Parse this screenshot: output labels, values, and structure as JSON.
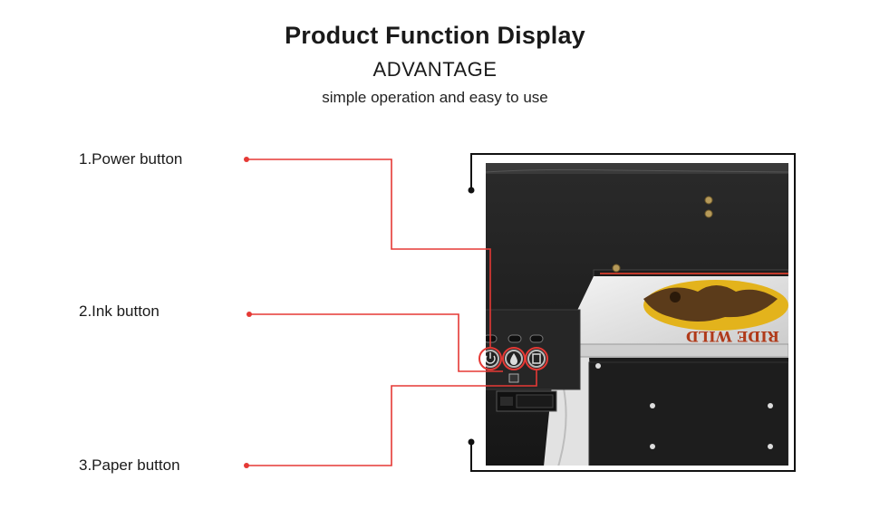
{
  "header": {
    "title": "Product Function Display",
    "subtitle": "ADVANTAGE",
    "tagline": "simple operation and easy to use"
  },
  "callouts": [
    {
      "label": "1.Power button"
    },
    {
      "label": "2.Ink button"
    },
    {
      "label": "3.Paper button"
    }
  ],
  "photo": {
    "print_text": "RIDE WILD"
  },
  "colors": {
    "callout_line": "#e53935",
    "frame": "#111111"
  }
}
